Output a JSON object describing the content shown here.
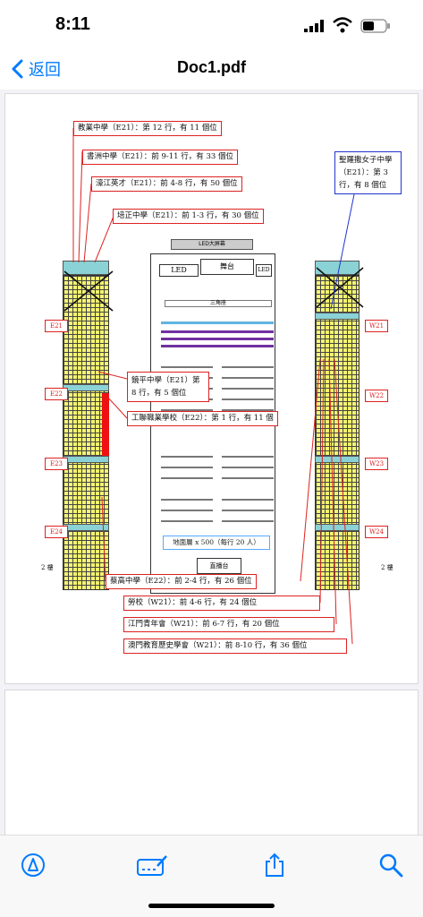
{
  "status": {
    "time": "8:11"
  },
  "nav": {
    "back_label": "返回",
    "title": "Doc1.pdf"
  },
  "icons": {
    "back": "chevron-left-icon",
    "markup": "pen-markup-icon",
    "signature": "signature-icon",
    "share": "share-icon",
    "search": "search-icon"
  },
  "document": {
    "labels": {
      "jiaoye": "教業中學（E21）：第 12 行，有 11 個位",
      "shuzhou": "書洲中學（E21）：前 9-11 行，有 33 個位",
      "haojiang": "濠江英才（E21）：前 4-8 行，有 50 個位",
      "peizheng": "培正中學（E21）：前 1-3 行，有 30 個位",
      "shengluo": "聖羅撒女子中學（E21）：第 3 行，有 8 個位",
      "jingping": "鏡平中學（E21）第 8 行，有 5 個位",
      "gonglian": "工聯職業學校（E22）：第 1 行，有 11 個",
      "yigao": "蔡高中學（E22）：前 2-4 行，有 26 個位",
      "laoxiao": "勞校（W21）：前 4-6 行，有 24 個位",
      "jiangmen": "江門青年會（W21）：前 6-7 行，有 20 個位",
      "aomen": "澳門教育歷史學會（W21）：前 8-10 行，有 36 個位"
    },
    "sections": {
      "e21": "E21",
      "e22": "E22",
      "e23": "E23",
      "e24": "E24",
      "w21": "W21",
      "w22": "W22",
      "w23": "W23",
      "w24": "W24"
    },
    "floor_left": "2 樓",
    "floor_right": "2 樓",
    "stage_label": "舞台",
    "led_left": "LED",
    "led_right": "LED",
    "top_led": "LED大屏幕",
    "seat_area": "三角座",
    "ground_floor": "地面層 x 500（每行 20 人）",
    "broadcast": "直播台"
  },
  "colors": {
    "accent": "#007aff",
    "annotation": "#dd2222",
    "blue_annotation": "#2233cc",
    "seats": "#f4f471",
    "teal": "#8ad2d6",
    "purple": "#7030a0",
    "sky": "#5fb4e0"
  }
}
